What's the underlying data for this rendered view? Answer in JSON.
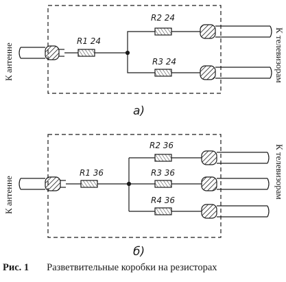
{
  "diagram_a": {
    "label_left": "К антенне",
    "label_right": "К телевизорам",
    "resistors": [
      "R1 24",
      "R2 24",
      "R3 24"
    ],
    "sublabel": "а)"
  },
  "diagram_b": {
    "label_left": "К антенне",
    "label_right": "К телевизорам",
    "resistors": [
      "R1 36",
      "R2 36",
      "R3 36",
      "R4 36"
    ],
    "sublabel": "б)"
  },
  "caption": {
    "number": "Рис. 1",
    "text": "Разветвительные коробки на резисторах"
  }
}
